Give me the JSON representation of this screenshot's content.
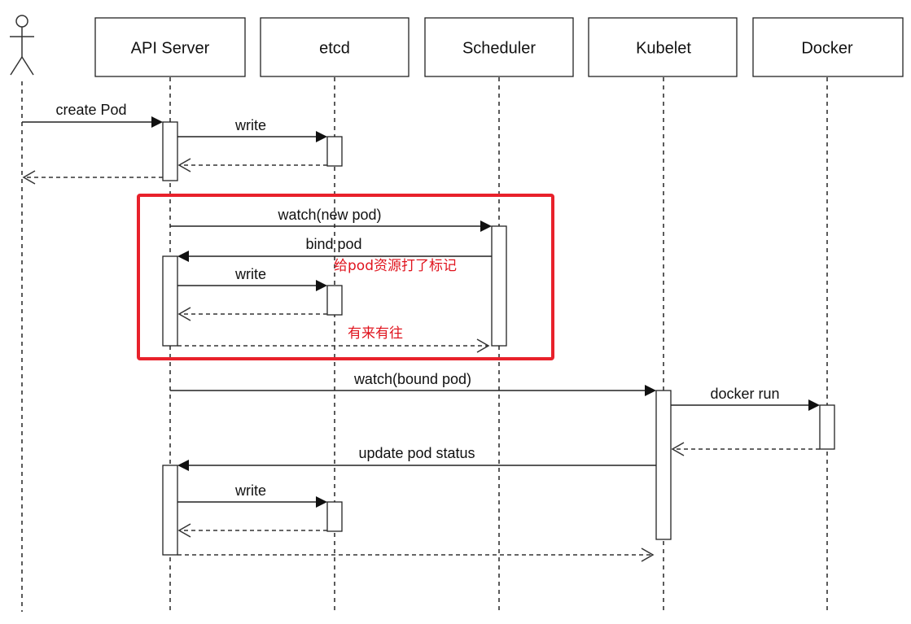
{
  "participants": [
    {
      "id": "actor",
      "label": ""
    },
    {
      "id": "api",
      "label": "API Server"
    },
    {
      "id": "etcd",
      "label": "etcd"
    },
    {
      "id": "sched",
      "label": "Scheduler"
    },
    {
      "id": "kubelet",
      "label": "Kubelet"
    },
    {
      "id": "docker",
      "label": "Docker"
    }
  ],
  "messages": [
    {
      "id": "create-pod",
      "from": "actor",
      "to": "api",
      "label": "create Pod",
      "kind": "call"
    },
    {
      "id": "write-1",
      "from": "api",
      "to": "etcd",
      "label": "write",
      "kind": "call"
    },
    {
      "id": "write-1-return",
      "from": "etcd",
      "to": "api",
      "label": "",
      "kind": "return"
    },
    {
      "id": "create-pod-return",
      "from": "api",
      "to": "actor",
      "label": "",
      "kind": "return"
    },
    {
      "id": "watch-new-pod",
      "from": "api",
      "to": "sched",
      "label": "watch(new pod)",
      "kind": "call"
    },
    {
      "id": "bind-pod",
      "from": "sched",
      "to": "api",
      "label": "bind pod",
      "kind": "call"
    },
    {
      "id": "write-2",
      "from": "api",
      "to": "etcd",
      "label": "write",
      "kind": "call"
    },
    {
      "id": "write-2-return",
      "from": "etcd",
      "to": "api",
      "label": "",
      "kind": "return"
    },
    {
      "id": "bind-return",
      "from": "api",
      "to": "sched",
      "label": "",
      "kind": "return"
    },
    {
      "id": "watch-bound-pod",
      "from": "api",
      "to": "kubelet",
      "label": "watch(bound pod)",
      "kind": "call"
    },
    {
      "id": "docker-run",
      "from": "kubelet",
      "to": "docker",
      "label": "docker run",
      "kind": "call"
    },
    {
      "id": "docker-run-return",
      "from": "docker",
      "to": "kubelet",
      "label": "",
      "kind": "return"
    },
    {
      "id": "update-pod-status",
      "from": "kubelet",
      "to": "api",
      "label": "update pod status",
      "kind": "call"
    },
    {
      "id": "write-3",
      "from": "api",
      "to": "etcd",
      "label": "write",
      "kind": "call"
    },
    {
      "id": "write-3-return",
      "from": "etcd",
      "to": "api",
      "label": "",
      "kind": "return"
    },
    {
      "id": "update-return",
      "from": "api",
      "to": "kubelet",
      "label": "",
      "kind": "return"
    }
  ],
  "annotations": {
    "bind_note": "给pod资源打了标记",
    "return_note": "有来有往",
    "highlight_color": "#e8212b"
  },
  "colors": {
    "line": "#222222",
    "annotation": "#e0141e"
  }
}
